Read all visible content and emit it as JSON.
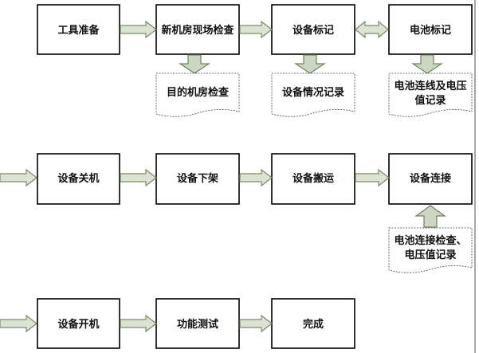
{
  "steps": {
    "tools_prep": "工具准备",
    "site_inspection": "新机房现场检查",
    "device_marking": "设备标记",
    "battery_marking": "电池标记",
    "device_shutdown": "设备关机",
    "device_unrack": "设备下架",
    "device_transport": "设备搬运",
    "device_connect": "设备连接",
    "device_poweron": "设备开机",
    "function_test": "功能测试",
    "complete": "完成"
  },
  "documents": {
    "target_room_check": "目的机房检查",
    "device_status_record": "设备情况记录",
    "battery_wiring_record_line1": "电池连线及电压",
    "battery_wiring_record_line2": "值记录",
    "battery_check_record_line1": "电池连接检查、",
    "battery_check_record_line2": "电压值记录"
  }
}
